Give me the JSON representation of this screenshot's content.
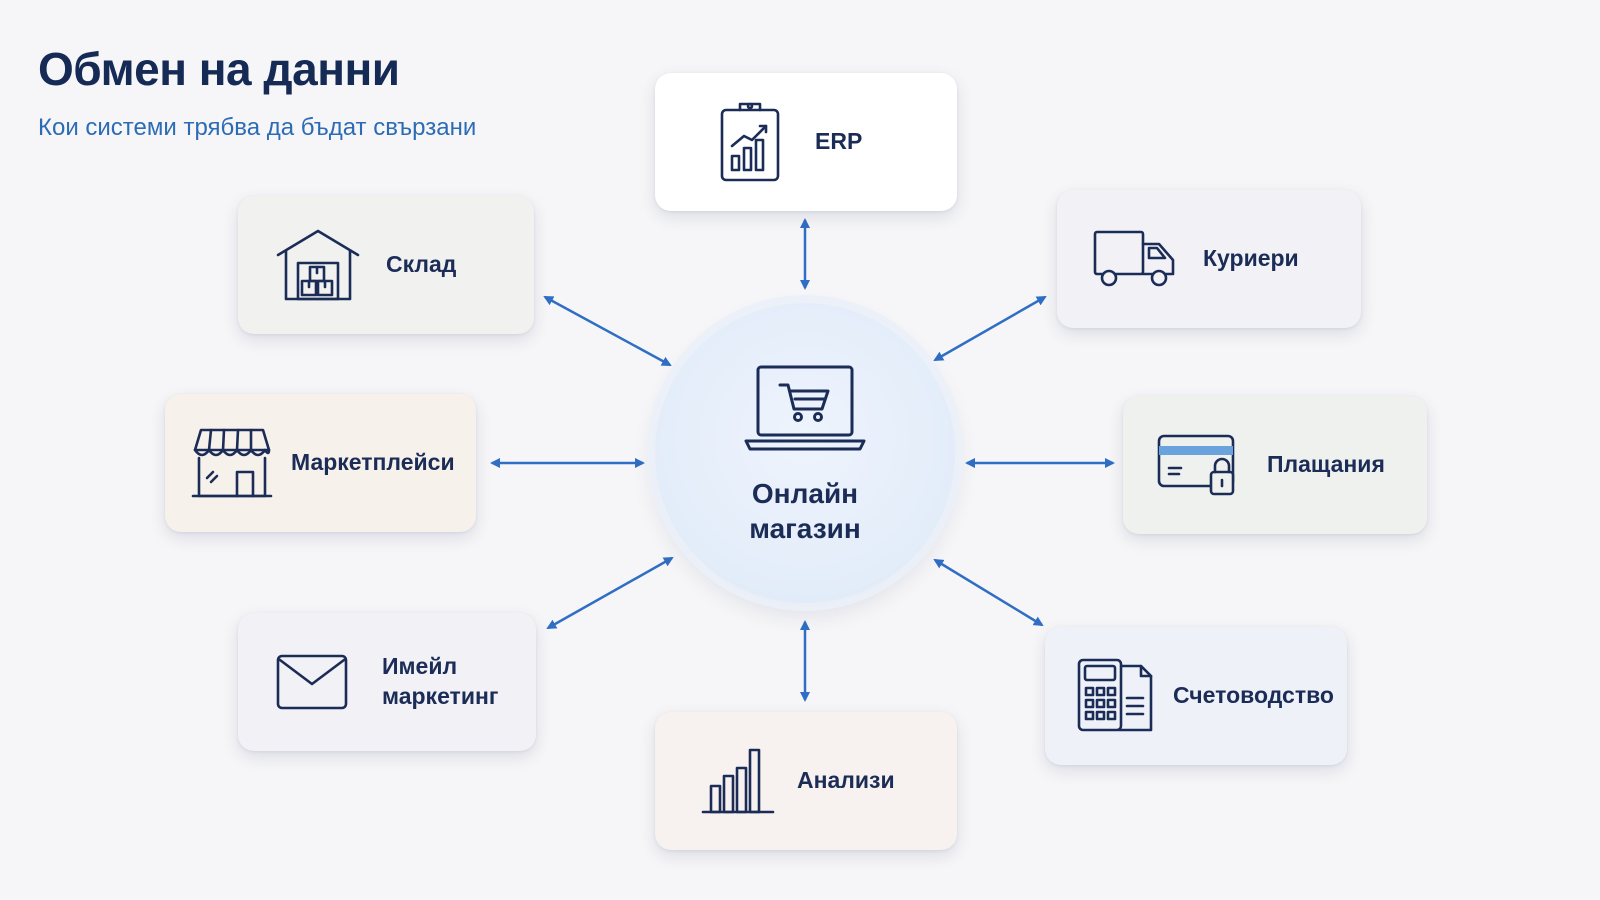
{
  "header": {
    "title": "Обмен на данни",
    "subtitle": "Кои системи трябва да бъдат свързани"
  },
  "center": {
    "label": "Онлайн магазин",
    "icon": "laptop-cart-icon"
  },
  "nodes": {
    "erp": {
      "label": "ERP",
      "icon": "clipboard-chart-icon"
    },
    "warehouse": {
      "label": "Склад",
      "icon": "warehouse-icon"
    },
    "couriers": {
      "label": "Куриери",
      "icon": "truck-icon"
    },
    "marketplaces": {
      "label": "Маркетплейси",
      "icon": "storefront-icon"
    },
    "payments": {
      "label": "Плащания",
      "icon": "card-lock-icon"
    },
    "email": {
      "label": "Имейл маркетинг",
      "icon": "envelope-icon"
    },
    "accounting": {
      "label": "Счетоводство",
      "icon": "calculator-document-icon"
    },
    "analytics": {
      "label": "Анализи",
      "icon": "bar-chart-icon"
    }
  },
  "colors": {
    "title": "#152a55",
    "subtitle": "#2d6cb5",
    "arrow": "#2f6ec4",
    "icon_stroke": "#1b2c57"
  }
}
